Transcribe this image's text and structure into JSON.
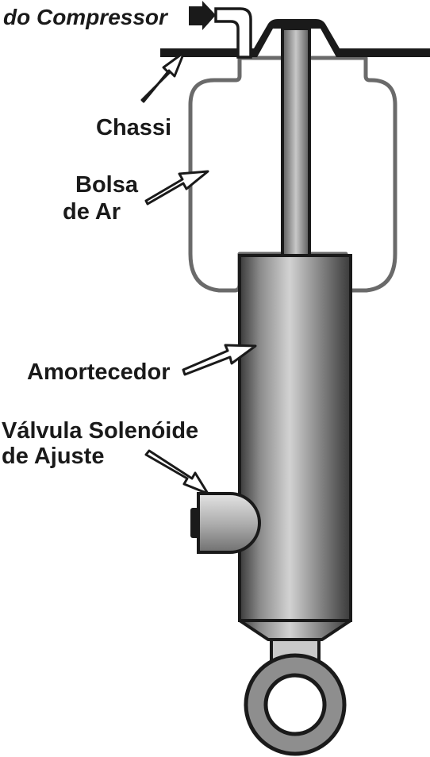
{
  "labels": {
    "compressor": "do Compressor",
    "chassis": "Chassi",
    "air_bag_line1": "Bolsa",
    "air_bag_line2": "de Ar",
    "shock_absorber": "Amortecedor",
    "valve_line1": "Válvula Solenóide",
    "valve_line2": "de Ajuste"
  }
}
